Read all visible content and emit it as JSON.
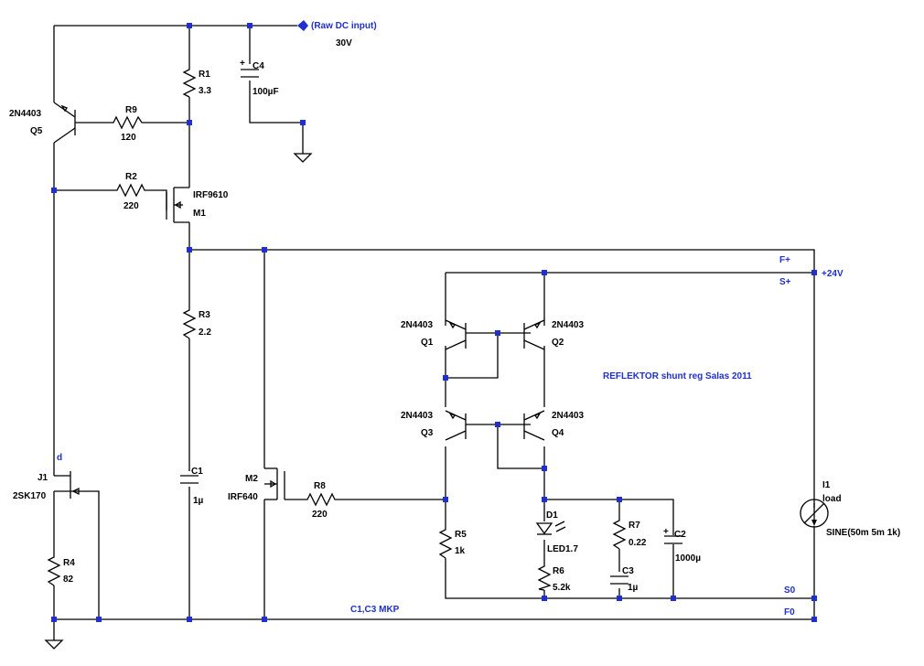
{
  "components": {
    "Q5": {
      "ref": "Q5",
      "model": "2N4403"
    },
    "R9": {
      "ref": "R9",
      "value": "120"
    },
    "R1": {
      "ref": "R1",
      "value": "3.3"
    },
    "C4": {
      "ref": "C4",
      "value": "100µF",
      "polarity": "+"
    },
    "R2": {
      "ref": "R2",
      "value": "220"
    },
    "M1": {
      "ref": "M1",
      "model": "IRF9610"
    },
    "R3": {
      "ref": "R3",
      "value": "2.2"
    },
    "C1": {
      "ref": "C1",
      "value": "1µ"
    },
    "J1": {
      "ref": "J1",
      "model": "2SK170"
    },
    "R4": {
      "ref": "R4",
      "value": "82"
    },
    "M2": {
      "ref": "M2",
      "model": "IRF640"
    },
    "R8": {
      "ref": "R8",
      "value": "220"
    },
    "Q1": {
      "ref": "Q1",
      "model": "2N4403"
    },
    "Q2": {
      "ref": "Q2",
      "model": "2N4403"
    },
    "Q3": {
      "ref": "Q3",
      "model": "2N4403"
    },
    "Q4": {
      "ref": "Q4",
      "model": "2N4403"
    },
    "R5": {
      "ref": "R5",
      "value": "1k"
    },
    "D1": {
      "ref": "D1",
      "model": "LED1.7"
    },
    "R6": {
      "ref": "R6",
      "value": "5.2k"
    },
    "R7": {
      "ref": "R7",
      "value": "0.22"
    },
    "C3": {
      "ref": "C3",
      "value": "1µ"
    },
    "C2": {
      "ref": "C2",
      "value": "1000µ",
      "polarity": "+"
    },
    "I1": {
      "ref": "I1",
      "type": "load",
      "source": "SINE(50m 5m 1k)"
    }
  },
  "nets": {
    "input": "(Raw DC input)",
    "input_voltage": "30V",
    "f_plus": "F+",
    "s_plus": "S+",
    "output_voltage": "+24V",
    "s_zero": "S0",
    "f_zero": "F0",
    "drain_label": "d"
  },
  "annotations": {
    "title": "REFLEKTOR shunt reg Salas 2011",
    "cap_note": "C1,C3 MKP"
  },
  "colors": {
    "wire": "#000000",
    "node": "#1f2fd0",
    "net_label": "#1f2fd0"
  }
}
